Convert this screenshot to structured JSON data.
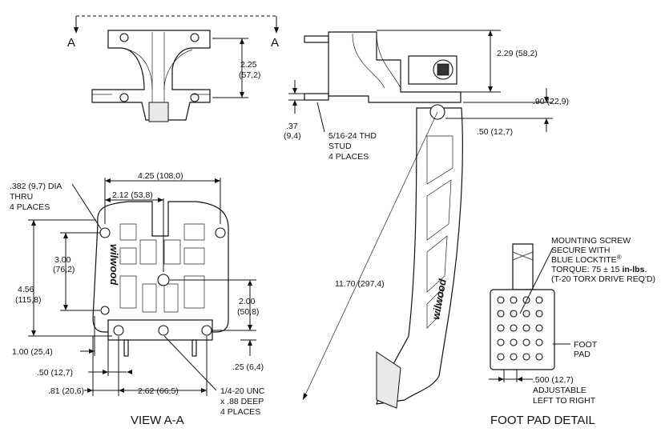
{
  "views": {
    "section_left": "A",
    "section_right": "A",
    "view_aa": "VIEW A-A",
    "foot_pad_detail": "FOOT PAD DETAIL"
  },
  "brand": {
    "logo_text": "wilwood"
  },
  "top_view": {
    "dim_height": "2.25",
    "dim_height_mm": "(57,2)"
  },
  "side_view": {
    "dim_229": "2.29 (58,2)",
    "dim_090": ".90 (22,9)",
    "dim_050": ".50 (12,7)",
    "dim_037": ".37",
    "dim_037_mm": "(9,4)",
    "stud_note": [
      "5/16-24 THD",
      "STUD",
      "4 PLACES"
    ],
    "pedal_length": "11.70 (297,4)"
  },
  "front_view": {
    "hole_note": [
      ".382 (9,7) DIA",
      "THRU",
      "4 PLACES"
    ],
    "dim_425": "4.25 (108,0)",
    "dim_212": "2.12 (53,8)",
    "dim_300": "3.00",
    "dim_300_mm": "(76,2)",
    "dim_456": "4.56",
    "dim_456_mm": "(115,8)",
    "dim_200": "2.00",
    "dim_200_mm": "(50,8)",
    "dim_100": "1.00 (25,4)",
    "dim_050": ".50 (12,7)",
    "dim_025": ".25 (6,4)",
    "dim_081": ".81 (20,6)",
    "dim_262": "2.62 (66,5)",
    "thread_note": [
      "1/4-20 UNC",
      "x .88 DEEP",
      "4 PLACES"
    ]
  },
  "foot_pad": {
    "screw_note_1": "MOUNTING SCREW",
    "screw_note_2": "SECURE WITH",
    "screw_note_3": "BLUE LOCKTITE",
    "registered": "®",
    "torque_prefix": "TORQUE: 75 ± 15 ",
    "torque_unit": "in-lbs",
    "torque_suffix": ".",
    "torx_note": "(T-20 TORX DRIVE REQ'D)",
    "pad_label": [
      "FOOT",
      "PAD"
    ],
    "adjust_note": [
      ".500 (12,7)",
      "ADJUSTABLE",
      "LEFT TO RIGHT"
    ]
  }
}
